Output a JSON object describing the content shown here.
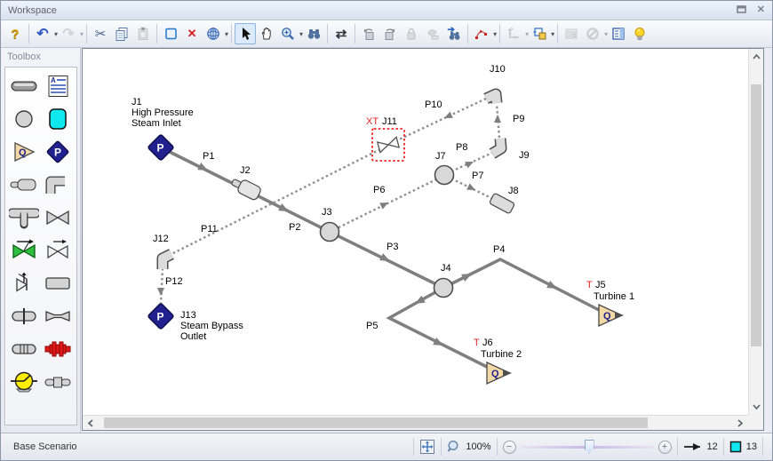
{
  "window": {
    "title": "Workspace",
    "close_glyph": "✕"
  },
  "toolbar": {
    "glyphs": {
      "help": "?",
      "undo": "↶",
      "redo": "↷",
      "cut": "✂",
      "delete": "✕",
      "reverse": "⇄",
      "caret": "▾"
    },
    "buttons": [
      "help",
      "undo",
      "redo",
      "cut",
      "copy",
      "paste",
      "duplicate",
      "delete",
      "globe",
      "pointer",
      "pan-hand",
      "zoom-select",
      "find",
      "reverse-direction",
      "rotate-left",
      "rotate-right",
      "lock",
      "join",
      "find-assistant",
      "draw-polyline",
      "scale-axis",
      "color-layers",
      "properties",
      "no-symbol",
      "list-notes",
      "tips-lightbulb"
    ]
  },
  "toolbox": {
    "header": "Toolbox",
    "glyphs": {
      "annotation_letter": "A",
      "flow_letter": "Q",
      "pressure_letter": "P"
    },
    "tools": [
      "pipe",
      "annotation",
      "branch",
      "tank",
      "assigned-flow",
      "assigned-pressure",
      "area-change",
      "bend",
      "tee",
      "valve",
      "control-valve",
      "three-way-valve",
      "relief-valve",
      "general-component",
      "orifice",
      "venturi",
      "screen",
      "heat-exchanger",
      "compressor-fan",
      "check-valve"
    ]
  },
  "diagram": {
    "glyphs": {
      "pressure": "P",
      "flow": "Q"
    },
    "labels": {
      "j1": "J1",
      "j1_l1": "High Pressure",
      "j1_l2": "Steam Inlet",
      "p1": "P1",
      "j2": "J2",
      "p2": "P2",
      "j3": "J3",
      "p3": "P3",
      "j4": "J4",
      "p4": "P4",
      "t5": "T",
      "j5": "J5",
      "j5_sub": "Turbine 1",
      "p5": "P5",
      "t6": "T",
      "j6": "J6",
      "j6_sub": "Turbine 2",
      "p6": "P6",
      "j7": "J7",
      "p7": "P7",
      "j8": "J8",
      "p8": "P8",
      "j9": "J9",
      "p9": "P9",
      "j10": "J10",
      "p10": "P10",
      "xt11": "XT",
      "j11": "J11",
      "p11": "P11",
      "j12": "J12",
      "p12": "P12",
      "j13": "J13",
      "j13_l1": "Steam Bypass",
      "j13_l2": "Outlet"
    }
  },
  "status_bar": {
    "scenario": "Base Scenario",
    "zoom_level": "100%",
    "zoom_out": "−",
    "zoom_in": "+",
    "pipe_count": "12",
    "junction_count": "13"
  },
  "colors": {
    "junction_navy": "#20208e",
    "turbine_tan": "#f2d9a6",
    "selection_red": "#e82222",
    "tank_cyan": "#10e8f0",
    "pipe_gray": "#7f7f7f"
  }
}
